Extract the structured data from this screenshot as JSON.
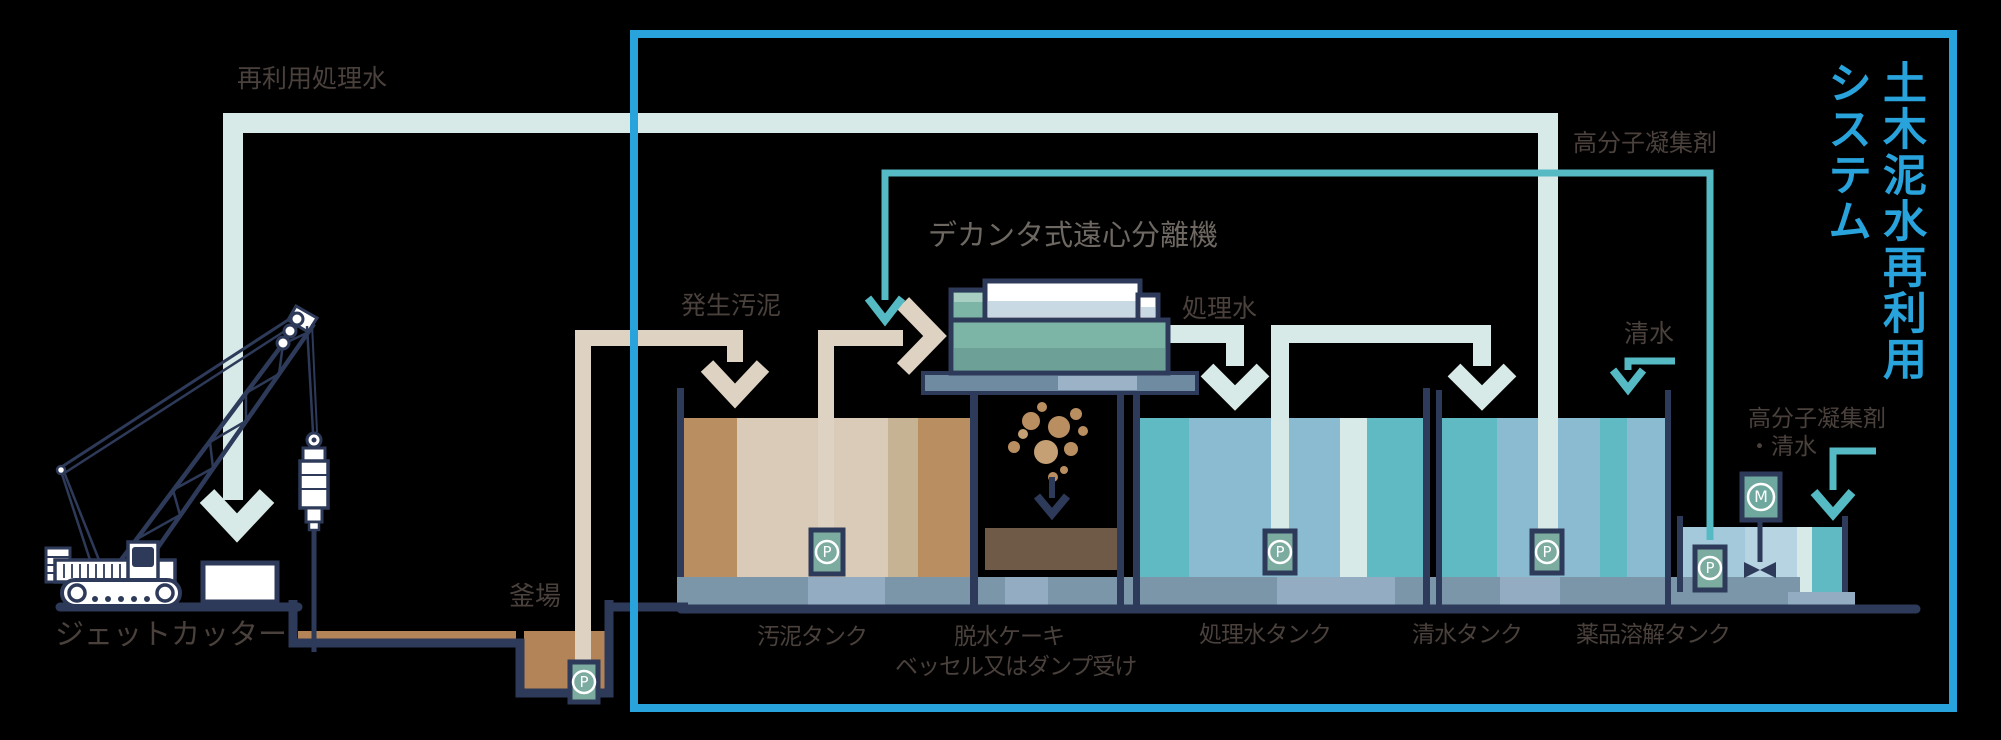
{
  "title": {
    "line1": "土木泥水再利用",
    "line2": "システム"
  },
  "labels": {
    "reused_water": "再利用処理水",
    "polymer_flocculant": "高分子凝集剤",
    "decanter": "デカンタ式遠心分離機",
    "generated_sludge": "発生汚泥",
    "treated_water": "処理水",
    "clean_water": "清水",
    "flocculant_and_water_line1": "高分子凝集剤",
    "flocculant_and_water_line2": "・清水",
    "sump": "釜場",
    "jet_cutter": "ジェットカッター",
    "dewatered_cake": "脱水ケーキ",
    "vessel_or_dump": "ベッセル又はダンプ受け"
  },
  "tanks": {
    "sludge": "汚泥タンク",
    "treated": "処理水タンク",
    "clean": "清水タンク",
    "chemical": "薬品溶解タンク"
  },
  "equipment": {
    "pump_symbol": "P",
    "motor_symbol": "M"
  },
  "colors": {
    "system_border": "#29a3dc",
    "title_text": "#29a3dc",
    "label_text": "#4a413c",
    "mint_pipe": "#d8eae7",
    "teal_line": "#55bac3",
    "sludge_pipe": "#ded3c3",
    "outline_navy": "#2e3a59",
    "mud_brown": "#b28457",
    "tank_teal": "#60bac3",
    "tank_blue": "#8abbd1"
  }
}
